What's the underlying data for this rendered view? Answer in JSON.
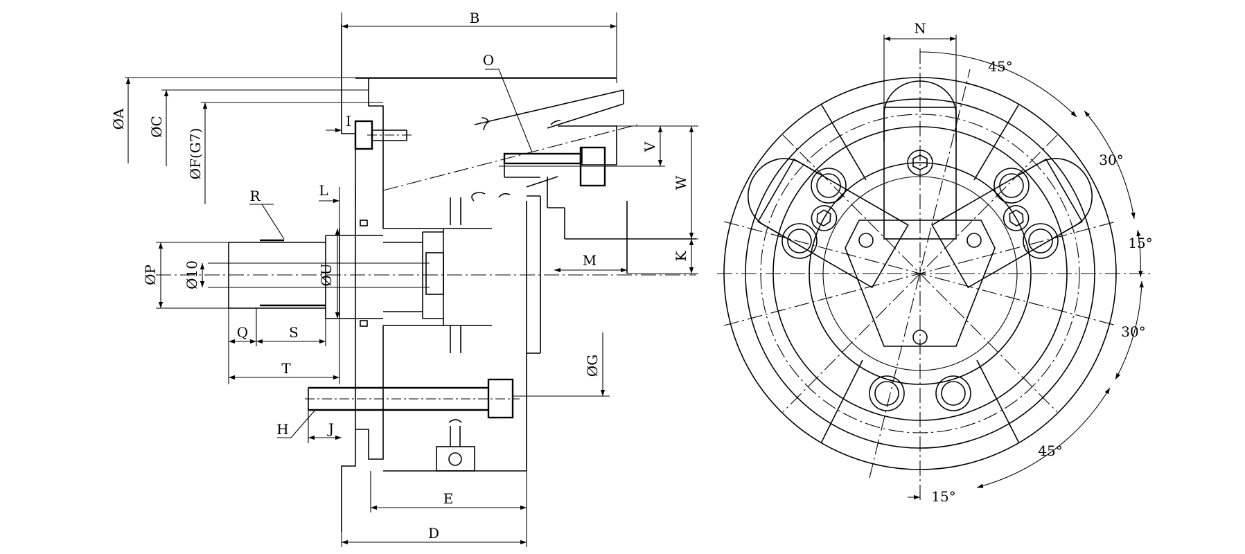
{
  "side_view": {
    "labels": {
      "A": "ØA",
      "B": "B",
      "C": "ØC",
      "D": "D",
      "E": "E",
      "F": "ØF(G7)",
      "G": "ØG",
      "H": "H",
      "I": "I",
      "J": "J",
      "K": "K",
      "L": "L",
      "M": "M",
      "O": "O",
      "P": "ØP",
      "Q": "Q",
      "R": "R",
      "S": "S",
      "T": "T",
      "U": "ØU",
      "V": "V",
      "W": "W",
      "bore": "Ø10"
    }
  },
  "front_view": {
    "labels": {
      "N": "N",
      "a45_top": "45°",
      "a30_upper": "30°",
      "a15_right": "15°",
      "a30_lower": "30°",
      "a45_bottom": "45°",
      "a15_bottom": "15°"
    }
  }
}
